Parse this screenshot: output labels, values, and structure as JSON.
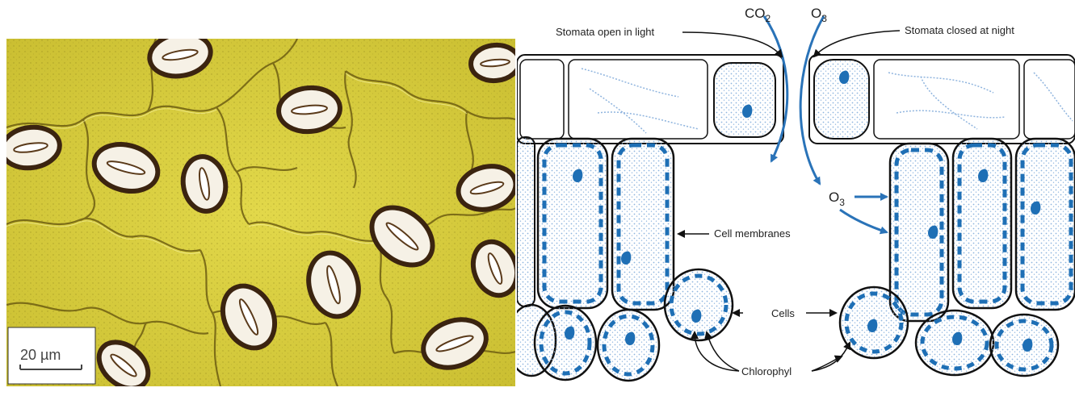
{
  "micrograph": {
    "scale_bar_label": "20 µm"
  },
  "diagram": {
    "labels": {
      "stomata_open": "Stomata open in light",
      "stomata_closed": "Stomata closed at night",
      "co2_base": "CO",
      "co2_sub": "2",
      "o3_top_base": "O",
      "o3_top_sub": "3",
      "o3_mid_base": "O",
      "o3_mid_sub": "3",
      "cell_membranes": "Cell membranes",
      "cells": "Cells",
      "chlorophyl": "Chlorophyl"
    },
    "colors": {
      "cell_fill": "#ffffff",
      "cytoplasm_stipple": "#8fb4de",
      "chloroplast": "#1e6fb5",
      "outline": "#111111",
      "arrow_blue": "#2a73b8",
      "leaf_yellow": "#d6cc3c"
    }
  }
}
